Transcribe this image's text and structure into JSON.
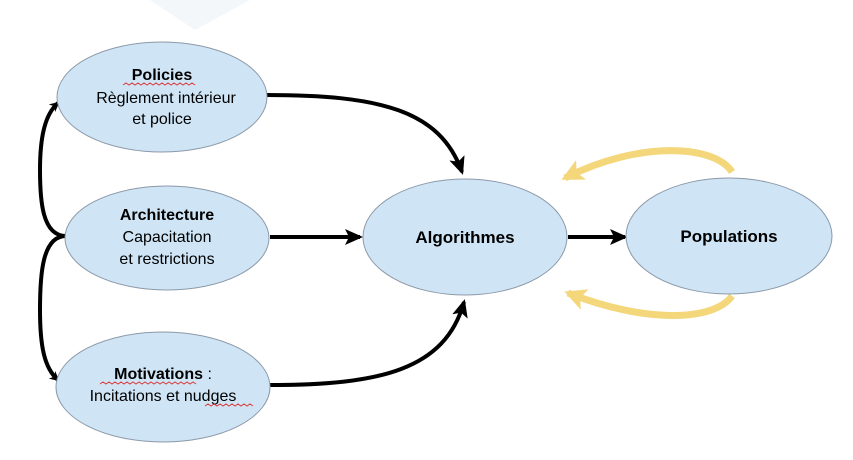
{
  "colors": {
    "node_fill": "#cfe5f6",
    "node_stroke": "#8c99a8",
    "arrow": "#000000",
    "feedback_arrow": "#f3d77a",
    "spellcheck_underline": "#d83a3a"
  },
  "nodes": {
    "policies": {
      "title": "Policies",
      "line1": "Règlement intérieur",
      "line2": "et police"
    },
    "architecture": {
      "title": "Architecture",
      "line1": "Capacitation",
      "line2": "et restrictions"
    },
    "motivations": {
      "title": "Motivations",
      "title_suffix": " :",
      "line1": "Incitations et nudges"
    },
    "algorithmes": {
      "title": "Algorithmes"
    },
    "populations": {
      "title": "Populations"
    }
  }
}
